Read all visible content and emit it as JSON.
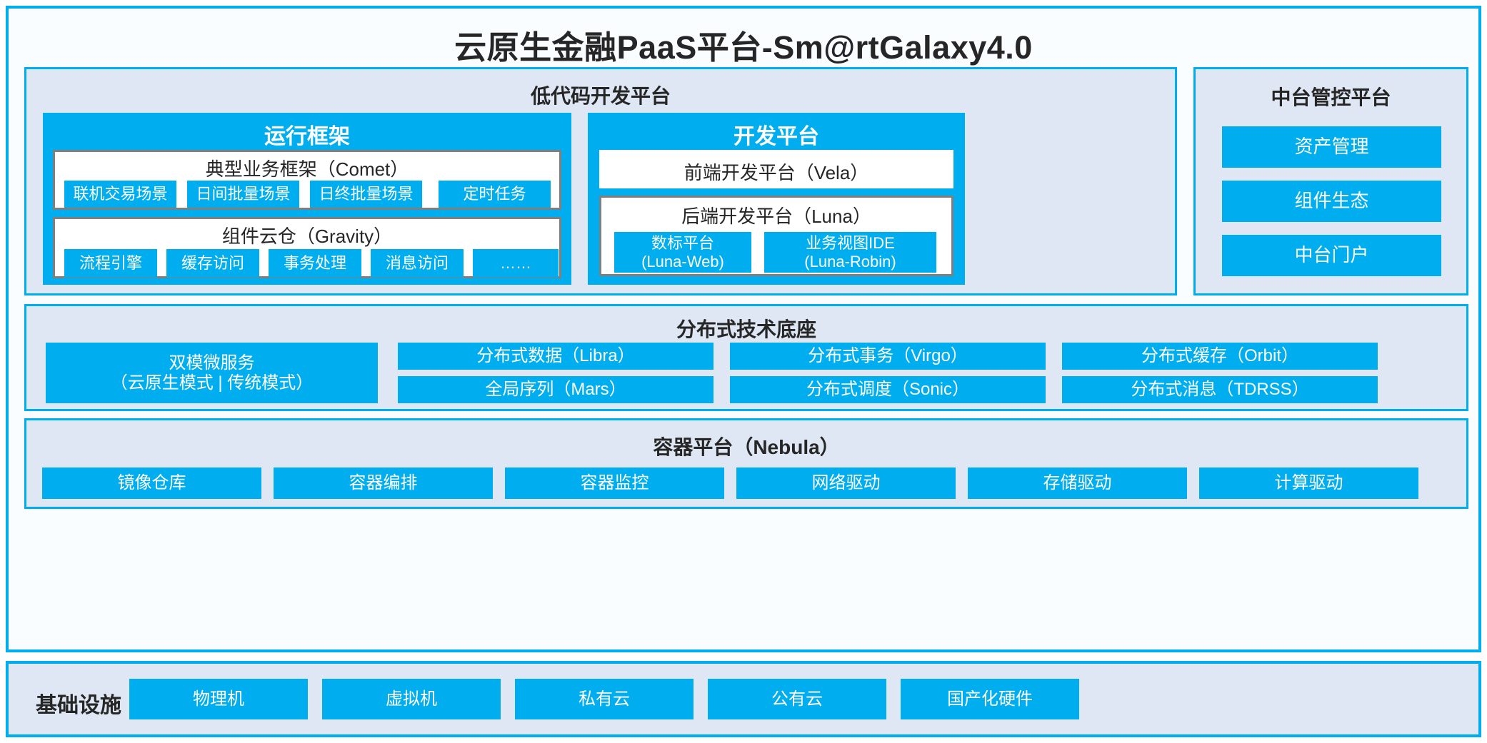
{
  "title": "云原生金融PaaS平台-Sm@rtGalaxy4.0",
  "colors": {
    "accent_blue": "#00AEEF",
    "panel_bg": "#DEE7F3",
    "frame_bg": "#FAFDFF",
    "card_border": "#7F7F7F",
    "text_dark": "#262626"
  },
  "lowcode": {
    "title": "低代码开发平台",
    "runtime": {
      "title": "运行框架",
      "comet": {
        "title": "典型业务框架（Comet）",
        "items": [
          "联机交易场景",
          "日间批量场景",
          "日终批量场景",
          "定时任务"
        ]
      },
      "gravity": {
        "title": "组件云仓（Gravity）",
        "items": [
          "流程引擎",
          "缓存访问",
          "事务处理",
          "消息访问",
          "……"
        ]
      }
    },
    "devplatform": {
      "title": "开发平台",
      "frontend": "前端开发平台（Vela）",
      "backend": {
        "title": "后端开发平台（Luna）",
        "items": [
          "数标平台\n(Luna-Web)",
          "业务视图IDE\n(Luna-Robin)"
        ]
      }
    }
  },
  "midoffice": {
    "title": "中台管控平台",
    "items": [
      "资产管理",
      "组件生态",
      "中台门户"
    ]
  },
  "distributed": {
    "title": "分布式技术底座",
    "microservice": "双模微服务\n（云原生模式 | 传统模式）",
    "grid": [
      [
        "分布式数据（Libra）",
        "分布式事务（Virgo）",
        "分布式缓存（Orbit）"
      ],
      [
        "全局序列（Mars）",
        "分布式调度（Sonic）",
        "分布式消息（TDRSS）"
      ]
    ]
  },
  "container": {
    "title": "容器平台（Nebula）",
    "items": [
      "镜像仓库",
      "容器编排",
      "容器监控",
      "网络驱动",
      "存储驱动",
      "计算驱动"
    ]
  },
  "infrastructure": {
    "label": "基础设施",
    "items": [
      "物理机",
      "虚拟机",
      "私有云",
      "公有云",
      "国产化硬件"
    ]
  }
}
